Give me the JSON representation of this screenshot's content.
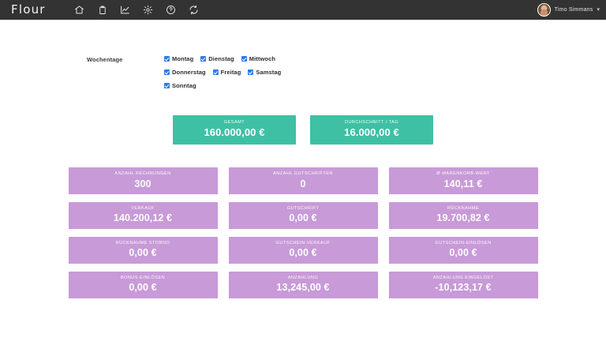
{
  "navbar": {
    "brand": "Flour",
    "icons": [
      {
        "name": "home-icon",
        "label": "Home"
      },
      {
        "name": "clipboard-icon",
        "label": "Berichte"
      },
      {
        "name": "chart-icon",
        "label": "Statistik"
      },
      {
        "name": "gear-icon",
        "label": "Einstellungen"
      },
      {
        "name": "help-icon",
        "label": "Hilfe"
      },
      {
        "name": "refresh-icon",
        "label": "Aktualisieren"
      }
    ],
    "user": {
      "name": "Timo Simmans",
      "caret": "▾"
    }
  },
  "filter": {
    "label": "Wochentage",
    "rows": [
      [
        {
          "label": "Montag",
          "checked": true
        },
        {
          "label": "Dienstag",
          "checked": true
        },
        {
          "label": "Mittwoch",
          "checked": true
        }
      ],
      [
        {
          "label": "Donnerstag",
          "checked": true
        },
        {
          "label": "Freitag",
          "checked": true
        },
        {
          "label": "Samstag",
          "checked": true
        }
      ],
      [
        {
          "label": "Sonntag",
          "checked": true
        }
      ]
    ]
  },
  "summary": [
    {
      "title": "GESAMT",
      "value": "160.000,00 €"
    },
    {
      "title": "DURCHSCHNITT / TAG",
      "value": "16.000,00 €"
    }
  ],
  "metrics": [
    {
      "title": "ANZAHL RECHNUNGEN",
      "value": "300"
    },
    {
      "title": "ANZAHL GUTSCHRIFTEN",
      "value": "0"
    },
    {
      "title": "Ø WARENKORB-WERT",
      "value": "140,11 €"
    },
    {
      "title": "VERKAUF",
      "value": "140.200,12 €"
    },
    {
      "title": "GUTSCHRIFT",
      "value": "0,00 €"
    },
    {
      "title": "RÜCKNAHME",
      "value": "19.700,82 €"
    },
    {
      "title": "RÜCKNAHME STORNO",
      "value": "0,00 €"
    },
    {
      "title": "GUTSCHEIN-VERKAUF",
      "value": "0,00 €"
    },
    {
      "title": "GUTSCHEIN-EINLÖSEN",
      "value": "0,00 €"
    },
    {
      "title": "BONUS-EINLÖSEN",
      "value": "0,00 €"
    },
    {
      "title": "ANZAHLUNG",
      "value": "13,245,00 €"
    },
    {
      "title": "ANZAHLUNG EINGELÖST",
      "value": "-10,123,17 €"
    }
  ],
  "colors": {
    "navbar": "#333333",
    "summary_card": "#3fc0a4",
    "metric_card": "#c89ad8",
    "checkbox": "#2b7cf0",
    "page_background": "#ffffff"
  }
}
